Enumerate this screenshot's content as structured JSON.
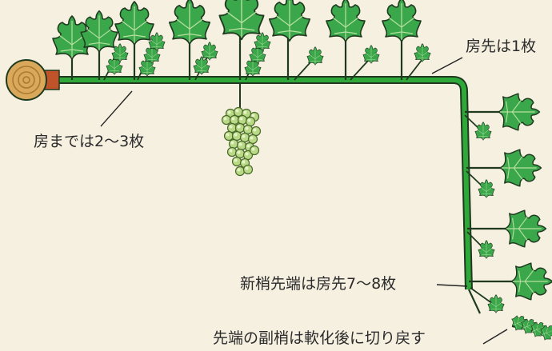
{
  "labels": {
    "tip_one_leaf": "房先は1枚",
    "before_cluster": "房までは2〜3枚",
    "shoot_tip": "新梢先端は房先7〜8枚",
    "lateral_cut": "先端の副梢は軟化後に切り戻す"
  },
  "colors": {
    "background": "#f6f0e1",
    "shoot": "#2fa83a",
    "outline": "#1f3a1f",
    "leaf": "#3aa84a",
    "grape": "#b9d987",
    "trunk": "#d9a85a",
    "cut_end": "#c0532a",
    "leader_line": "#222222"
  },
  "icons": [
    "grape-leaf-icon",
    "grape-cluster-icon",
    "trunk-cross-section-icon"
  ]
}
